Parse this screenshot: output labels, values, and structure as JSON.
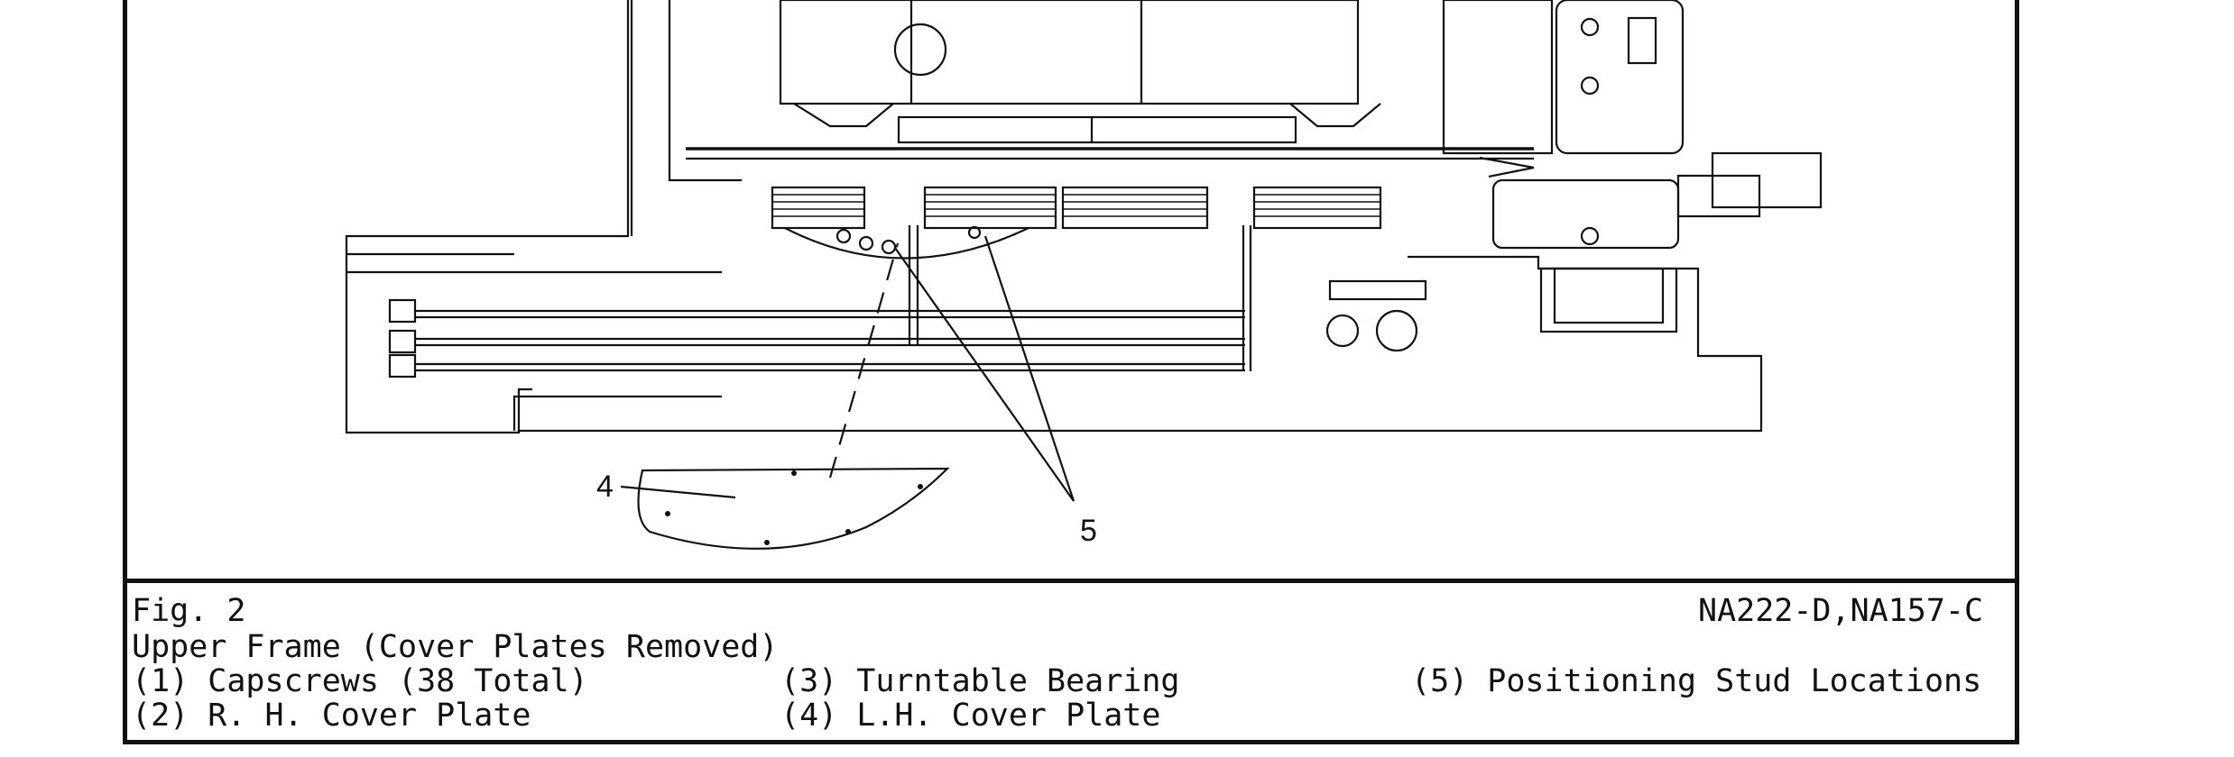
{
  "figure": {
    "number": "Fig. 2",
    "title": "Upper Frame (Cover Plates Removed)",
    "model_codes": "NA222-D,NA157-C"
  },
  "legend": [
    {
      "label": "(1) Capscrews (38 Total)"
    },
    {
      "label": "(2) R. H. Cover Plate"
    },
    {
      "label": "(3) Turntable Bearing"
    },
    {
      "label": "(4) L.H. Cover Plate"
    },
    {
      "label": "(5) Positioning Stud Locations"
    }
  ],
  "callouts": {
    "four": "4",
    "five": "5"
  }
}
